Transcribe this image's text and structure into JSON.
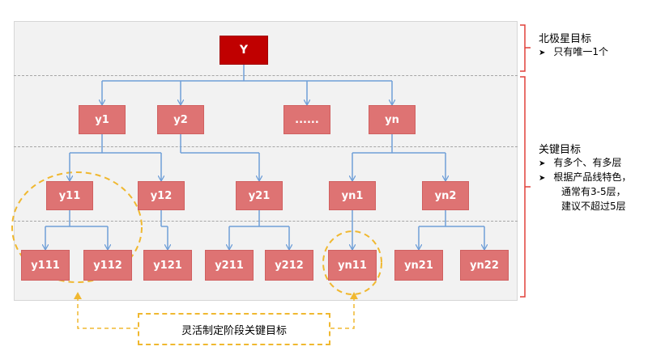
{
  "diagram": {
    "root": "Y",
    "level1": [
      "y1",
      "y2",
      "......",
      "yn"
    ],
    "level2": [
      "y11",
      "y12",
      "y21",
      "yn1",
      "yn2"
    ],
    "level3": [
      "y111",
      "y112",
      "y121",
      "y211",
      "y212",
      "yn11",
      "yn21",
      "yn22"
    ],
    "edges": [
      [
        "Y",
        "y1"
      ],
      [
        "Y",
        "y2"
      ],
      [
        "Y",
        "......"
      ],
      [
        "Y",
        "yn"
      ],
      [
        "y1",
        "y11"
      ],
      [
        "y1",
        "y12"
      ],
      [
        "y2",
        "y21"
      ],
      [
        "yn",
        "yn1"
      ],
      [
        "yn",
        "yn2"
      ],
      [
        "y11",
        "y111"
      ],
      [
        "y11",
        "y112"
      ],
      [
        "y12",
        "y121"
      ],
      [
        "y21",
        "y211"
      ],
      [
        "y21",
        "y212"
      ],
      [
        "yn1",
        "yn11"
      ],
      [
        "yn2",
        "yn21"
      ],
      [
        "yn2",
        "yn22"
      ]
    ],
    "colors": {
      "root": "#c00000",
      "node": "#de7373",
      "edge": "#6f9fd8",
      "highlight": "#f0b830",
      "bracket": "#e0403a"
    }
  },
  "notes": {
    "north_star": {
      "title": "北极星目标",
      "bullets": [
        "只有唯一1个"
      ]
    },
    "key_goals": {
      "title": "关键目标",
      "bullets": [
        "有多个、有多层",
        "根据产品线特色，",
        "通常有3-5层，",
        "建议不超过5层"
      ]
    }
  },
  "callout": "灵活制定阶段关键目标"
}
